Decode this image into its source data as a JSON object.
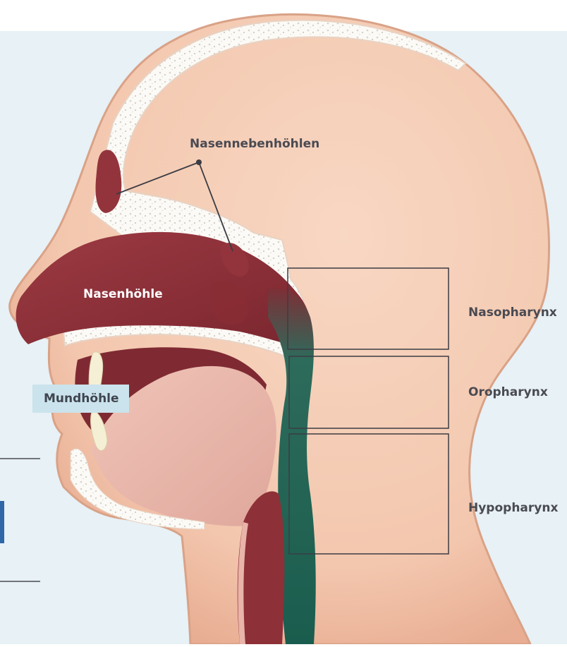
{
  "labels": {
    "sinuses": "Nasennebenhöhlen",
    "nasal_cavity": "Nasenhöhle",
    "oral_cavity": "Mundhöhle",
    "nasopharynx": "Nasopharynx",
    "oropharynx": "Oropharynx",
    "hypopharynx": "Hypopharynx"
  },
  "colors": {
    "background": "#e7f1f6",
    "skin": "#f6d0bb",
    "bone": "#fbfaf6",
    "cavity": "#8e3038",
    "pharynx": "#1f6e5d",
    "tongue": "#eab7ad",
    "label_box": "#cbe3ec"
  }
}
